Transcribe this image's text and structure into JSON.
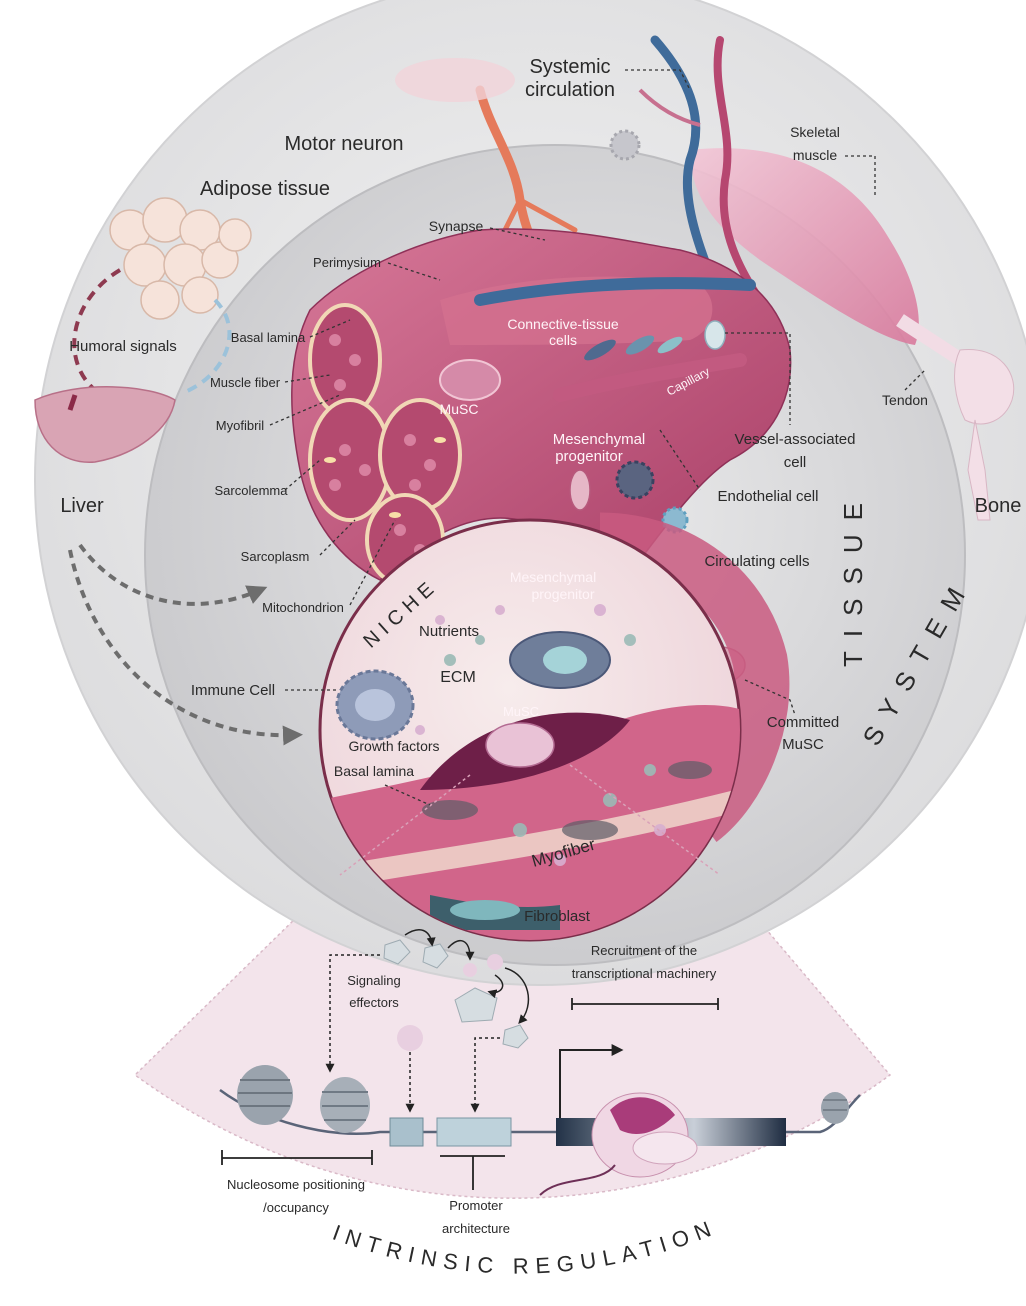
{
  "system": {
    "title": "SYSTEM",
    "labels": {
      "systemic_circulation_1": "Systemic",
      "systemic_circulation_2": "circulation",
      "motor_neuron": "Motor neuron",
      "adipose_tissue": "Adipose tissue",
      "humoral_signals": "Humoral signals",
      "liver": "Liver",
      "skeletal_muscle_1": "Skeletal",
      "skeletal_muscle_2": "muscle",
      "tendon": "Tendon",
      "bone": "Bone"
    }
  },
  "tissue": {
    "title": "TISSUE",
    "labels": {
      "synapse": "Synapse",
      "perimysium": "Perimysium",
      "basal_lamina": "Basal lamina",
      "muscle_fiber": "Muscle fiber",
      "myofibril": "Myofibril",
      "sarcolemma": "Sarcolemma",
      "sarcoplasm": "Sarcoplasm",
      "mitochondrion": "Mitochondrion",
      "connective_tissue_1": "Connective-tissue",
      "connective_tissue_2": "cells",
      "musc": "MuSC",
      "capillary": "Capillary",
      "mesenchymal_1": "Mesenchymal",
      "mesenchymal_2": "progenitor",
      "vessel_associated_1": "Vessel-associated",
      "vessel_associated_2": "cell",
      "endothelial": "Endothelial cell",
      "circulating": "Circulating cells"
    }
  },
  "niche": {
    "title": "NICHE",
    "labels": {
      "mesenchymal_1": "Mesenchymal",
      "mesenchymal_2": "progenitor",
      "nutrients": "Nutrients",
      "ecm": "ECM",
      "immune_cell": "Immune Cell",
      "musc": "MuSC",
      "growth_factors": "Growth factors",
      "basal_lamina": "Basal lamina",
      "myofiber": "Myofiber",
      "fibroblast": "Fibroblast",
      "committed_1": "Committed",
      "committed_2": "MuSC"
    }
  },
  "intrinsic": {
    "title": "INTRINSIC REGULATION",
    "labels": {
      "signaling_1": "Signaling",
      "signaling_2": "effectors",
      "recruitment_1": "Recruitment of the",
      "recruitment_2": "transcriptional machinery",
      "nucleosome_1": "Nucleosome positioning",
      "nucleosome_2": "/occupancy",
      "promoter_1": "Promoter",
      "promoter_2": "architecture"
    }
  },
  "colors": {
    "system_ring": "#e6e6e7",
    "tissue_ring": "#d5d5d7",
    "muscle_pink": "#c9587d",
    "muscle_dark": "#9c3760",
    "niche_bg": "#f3e3e6",
    "intrinsic_bg": "#f3e6ec",
    "vein_blue": "#3f6b9a"
  }
}
